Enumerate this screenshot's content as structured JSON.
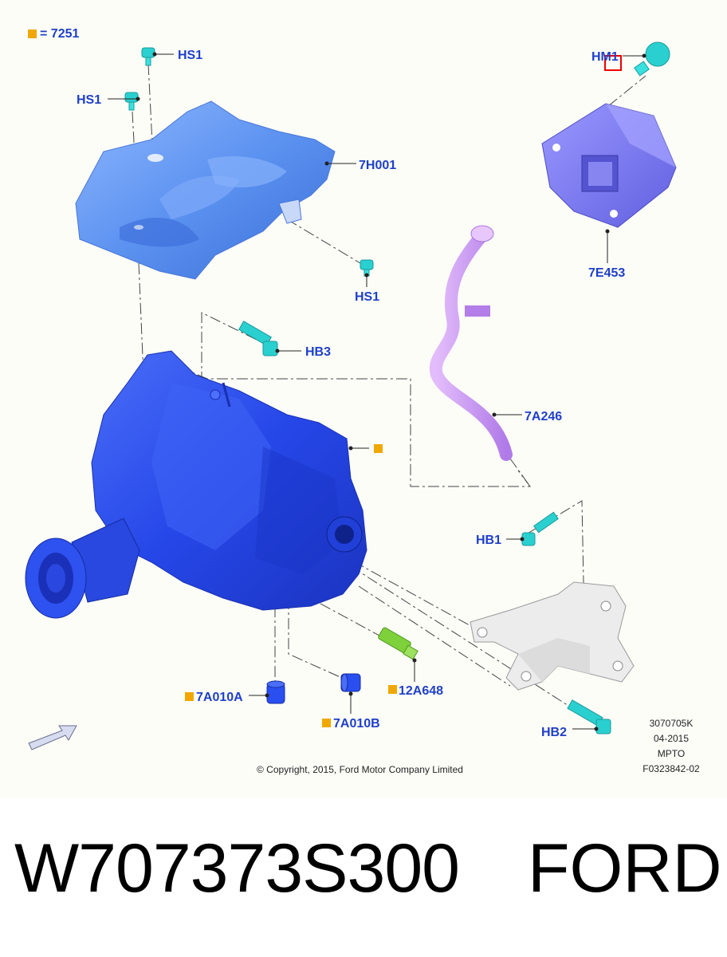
{
  "legend": {
    "marker_color": "#f0a800",
    "text": "= 7251"
  },
  "callouts": {
    "hs1_top": "HS1",
    "hs1_left": "HS1",
    "hs1_right": "HS1",
    "hm1": "HM1",
    "heat_shield": "7H001",
    "module": "7E453",
    "hb3": "HB3",
    "vent_tube": "7A246",
    "hb1": "HB1",
    "seal_a": "7A010A",
    "seal_b": "7A010B",
    "sensor": "12A648",
    "hb2": "HB2"
  },
  "meta": {
    "code1": "3070705K",
    "date": "04-2015",
    "tag": "MPTO",
    "ref": "F0323842-02"
  },
  "copyright": "© Copyright, 2015, Ford Motor Company Limited",
  "caption": {
    "part_number": "W707373S300",
    "brand": "FORD"
  },
  "colors": {
    "label_blue": "#1f3fc9",
    "transfer_case": "#2a4ff0",
    "heat_shield": "#5c92f0",
    "module": "#7a78f0",
    "tube": "#c98ef0",
    "bracket": "#e6e6e6",
    "fastener": "#2ad0d0",
    "sensor": "#7ed13a"
  }
}
